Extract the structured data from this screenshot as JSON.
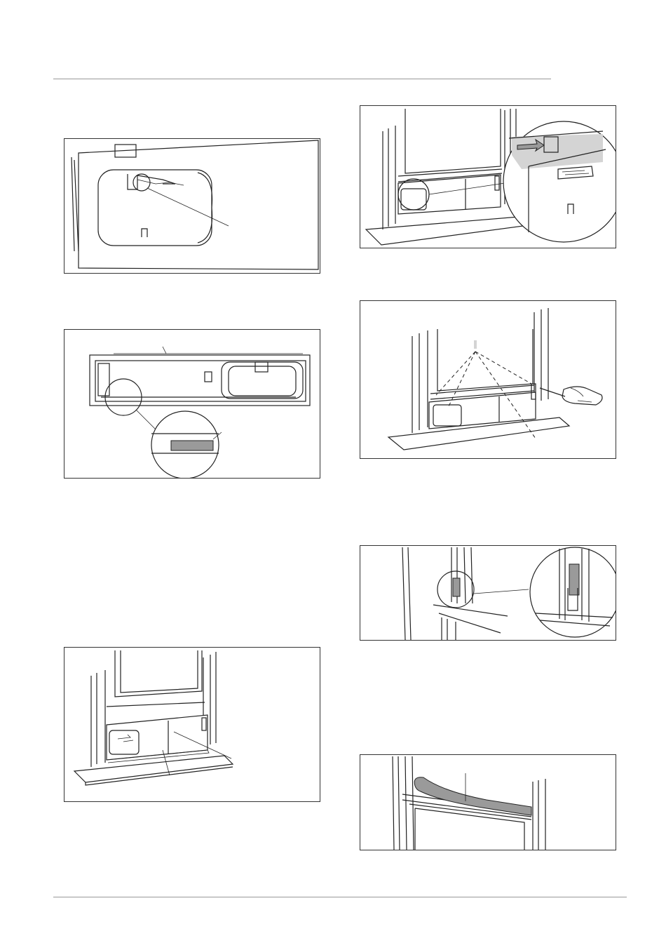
{
  "page": {
    "title": "",
    "footer": ""
  },
  "figures": [
    {
      "id": "fig-hose-adapter"
    },
    {
      "id": "fig-slider-kit-assembly"
    },
    {
      "id": "fig-slider-installed-in-window"
    },
    {
      "id": "fig-window-sash-lowered"
    },
    {
      "id": "fig-screw-fastening"
    },
    {
      "id": "fig-sash-lock-bracket"
    },
    {
      "id": "fig-foam-seal-strip"
    }
  ],
  "colors": {
    "line": "#222222",
    "rule": "#999999",
    "shade": "#9a9a9a"
  }
}
